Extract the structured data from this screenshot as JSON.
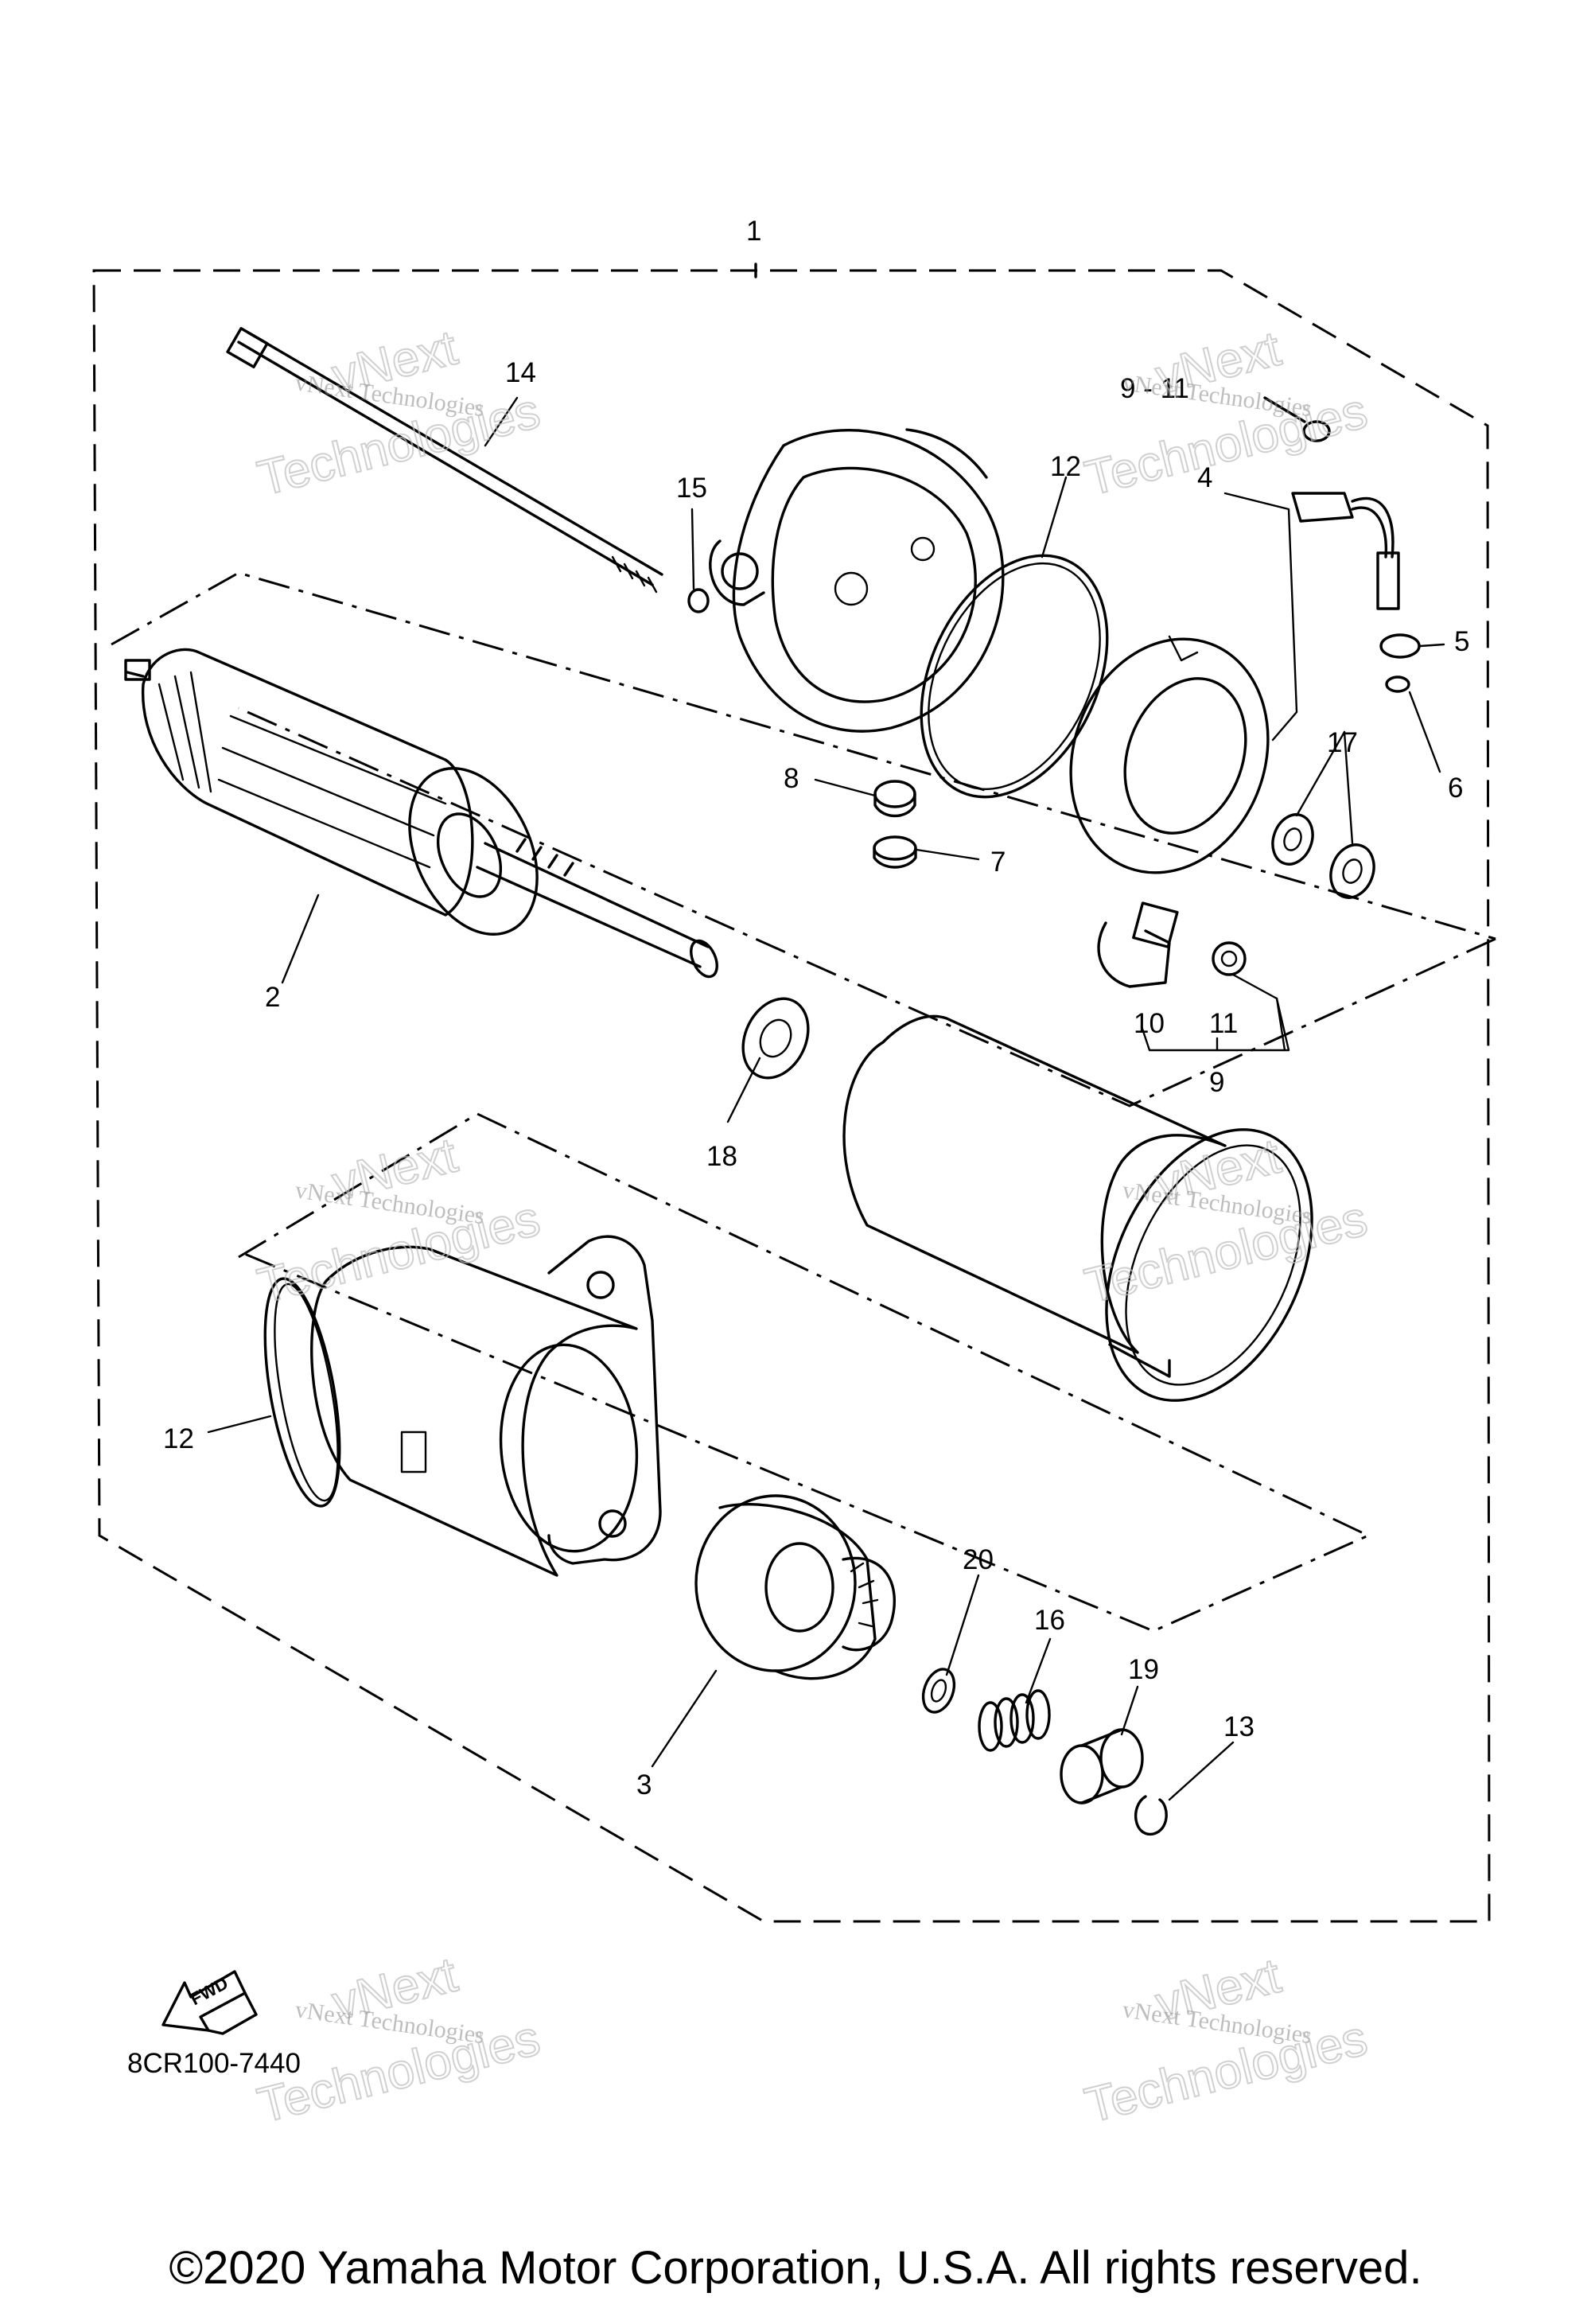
{
  "diagram": {
    "callouts": {
      "c1": "1",
      "c2": "2",
      "c3": "3",
      "c4": "4",
      "c5": "5",
      "c6": "6",
      "c7": "7",
      "c8": "8",
      "c9top": "9 - 11",
      "c9": "9",
      "c10": "10",
      "c11": "11",
      "c12a": "12",
      "c12b": "12",
      "c13": "13",
      "c14": "14",
      "c15": "15",
      "c16": "16",
      "c17": "17",
      "c18": "18",
      "c19": "19",
      "c20": "20"
    },
    "fwd_label": "FWD",
    "diagram_code": "8CR100-7440"
  },
  "watermark": {
    "line1": "vNext Technologies",
    "line2": "vNext",
    "line3": "Technologies"
  },
  "footer": {
    "copyright": "©2020 Yamaha Motor Corporation, U.S.A. All rights reserved."
  }
}
